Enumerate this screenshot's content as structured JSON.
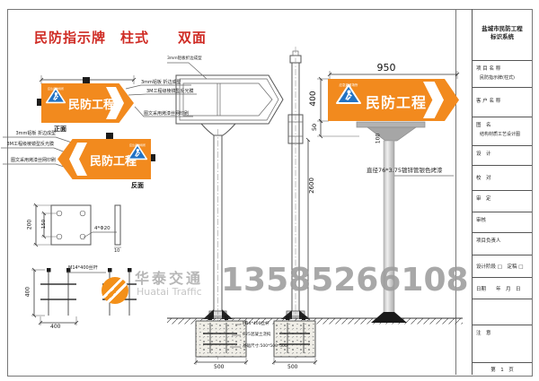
{
  "title": "民防指示牌　柱式　　双面",
  "sign": {
    "text": "民防工程",
    "logo_subtext": "应急避难场所",
    "front_label": "正面",
    "back_label": "反面"
  },
  "annotations": {
    "front_right": [
      "3mm铝板 折边成型",
      "3M工程级棱镜型反光膜",
      "图文采用烤漆丝网印刷"
    ],
    "back_left": [
      "3mm铝板 折边成型",
      "3M工程级棱镜型反光膜",
      "图文采用烤漆丝网印刷"
    ],
    "top_view": "3mm铝板折边成型",
    "pole": "直径76*3.75镀锌管银色烤漆",
    "plate_holes": "4*Φ20",
    "plate_thickness": "10",
    "anchor_rod": "M14*400丝杆",
    "foundation": [
      "M14*400丝杆",
      "C25混凝土浇捣",
      "基础尺寸:500*500*500"
    ]
  },
  "dimensions": {
    "sign_width": "950",
    "sign_height": "400",
    "bracket_gap": "50",
    "pole_top": "100",
    "pole_height": "2600",
    "plate_outer": "200",
    "plate_inner": "150",
    "cage_height": "400",
    "cage_width": "400",
    "foundation1_width": "500",
    "foundation2_width": "500"
  },
  "watermark": {
    "phone": "13585266108",
    "company_cn": "华泰交通",
    "company_en": "Huatai Traffic"
  },
  "title_block": {
    "header_line1": "盐城市民防工程",
    "header_line2": "标识系统",
    "project_label": "项 目 名 称",
    "project_value": "民防指示牌(柱式)",
    "client_label": "客 户 名 称",
    "drawing_label": "图　名",
    "drawing_value": "结构材质工艺设计图",
    "design_label": "设　计",
    "check_label": "校　对",
    "approve_label": "审　定",
    "review_label": "审核",
    "manager_label": "项目负责人",
    "stage_label": "设计阶段 □　定稿 □",
    "date_label": "日期　　年　月　日",
    "note_label": "注　意",
    "page_label": "第　1　页"
  },
  "colors": {
    "sign_orange": "#F28A1E",
    "logo_blue": "#2273C4",
    "title_red": "#CF2B24",
    "phone_gray": "#9D9D9D"
  }
}
